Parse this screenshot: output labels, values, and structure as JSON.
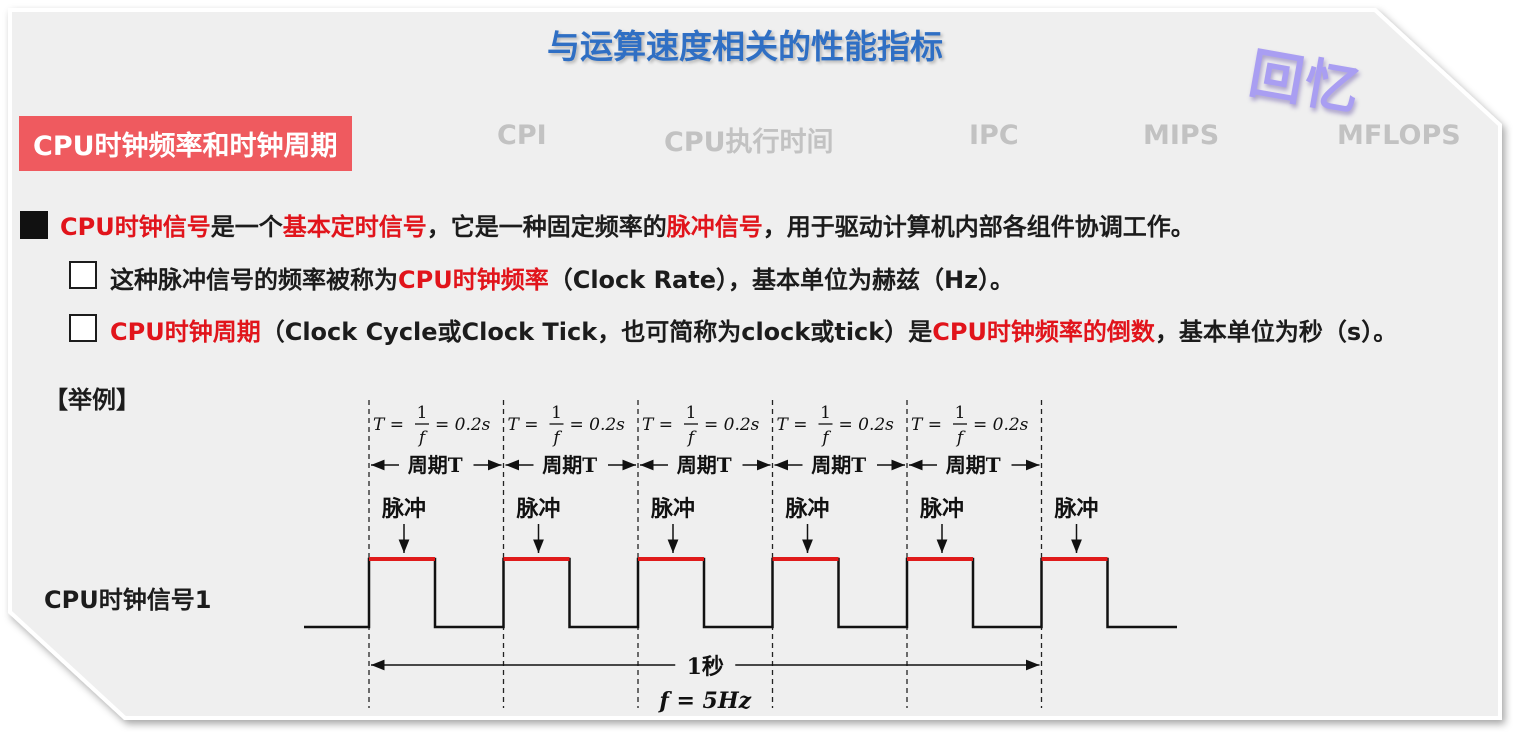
{
  "title": "与运算速度相关的性能指标",
  "stamp": "回忆",
  "tabs": [
    {
      "label": "CPU时钟频率和时钟周期",
      "active": true
    },
    {
      "label": "CPI",
      "active": false
    },
    {
      "label": "CPU执行时间",
      "active": false
    },
    {
      "label": "IPC",
      "active": false
    },
    {
      "label": "MIPS",
      "active": false
    },
    {
      "label": "MFLOPS",
      "active": false
    }
  ],
  "para1": {
    "t1": "CPU时钟信号",
    "t2": "是一个",
    "t3": "基本定时信号",
    "t4": "，它是一种固定频率的",
    "t5": "脉冲信号",
    "t6": "，用于驱动计算机内部各组件协调工作。"
  },
  "para2": {
    "t1": "这种脉冲信号的频率被称为",
    "t2": "CPU时钟频率",
    "t3": "（Clock Rate），基本单位为赫兹（Hz）。"
  },
  "para3": {
    "t1": "CPU时钟周期",
    "t2": "（Clock Cycle或Clock Tick，也可简称为clock或tick）是",
    "t3": "CPU时钟频率的倒数",
    "t4": "，基本单位为秒（s）。"
  },
  "example_label": "【举例】",
  "signal_label": "CPU时钟信号1",
  "diagram": {
    "period_count": 5,
    "formula_prefix": "T =",
    "formula_num": "1",
    "formula_den": "f",
    "formula_suffix": "= 0.2s",
    "period_label": "周期T",
    "pulse_label": "脉冲",
    "pulse_count": 6,
    "duration_label": "1秒",
    "frequency_label": "f = 5Hz"
  },
  "colors": {
    "title": "#2f6fc4",
    "accent_red": "#e1141b",
    "tab_active_bg": "#ef5a5f",
    "stamp": "#a99ef2",
    "pulse_top": "#e01b1b"
  }
}
